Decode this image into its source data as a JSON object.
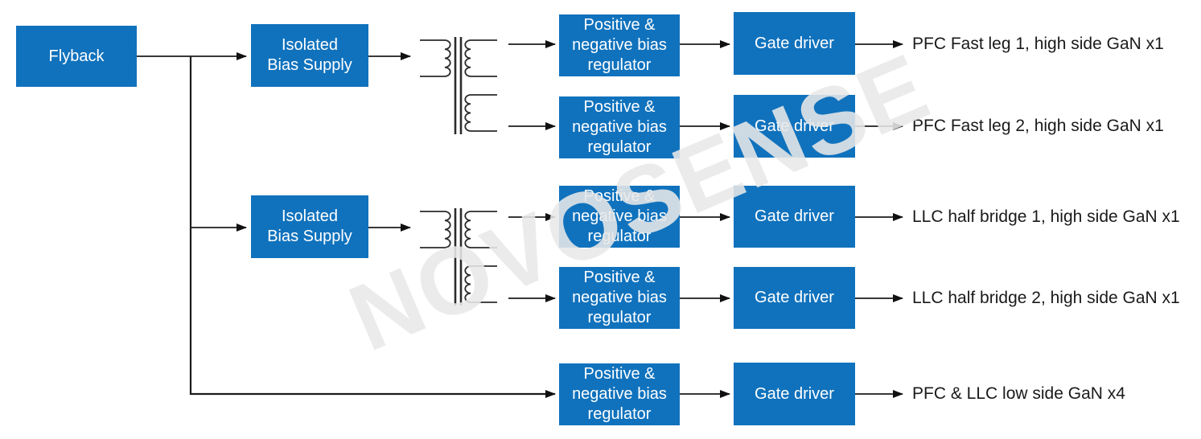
{
  "colors": {
    "box_blue": "#1072BD",
    "line": "#1c1c1c",
    "label_text": "#1a1a1a",
    "watermark": "rgba(232,232,232,0.88)"
  },
  "watermark": {
    "text": "NOVOSENSE"
  },
  "blocks": {
    "flyback": {
      "label": "Flyback"
    },
    "isolated_bias_supply": {
      "line1": "Isolated",
      "line2": "Bias Supply"
    },
    "bias_regulator": {
      "line1": "Positive &",
      "line2": "negative bias",
      "line3": "regulator"
    },
    "gate_driver": {
      "label": "Gate driver"
    }
  },
  "outputs": [
    {
      "label": "PFC Fast leg 1, high side GaN x1"
    },
    {
      "label": "PFC Fast leg 2, high side GaN x1"
    },
    {
      "label": "LLC half bridge 1, high side GaN x1"
    },
    {
      "label": "LLC half bridge 2, high side GaN x1"
    },
    {
      "label": "PFC & LLC low side GaN x4"
    }
  ]
}
